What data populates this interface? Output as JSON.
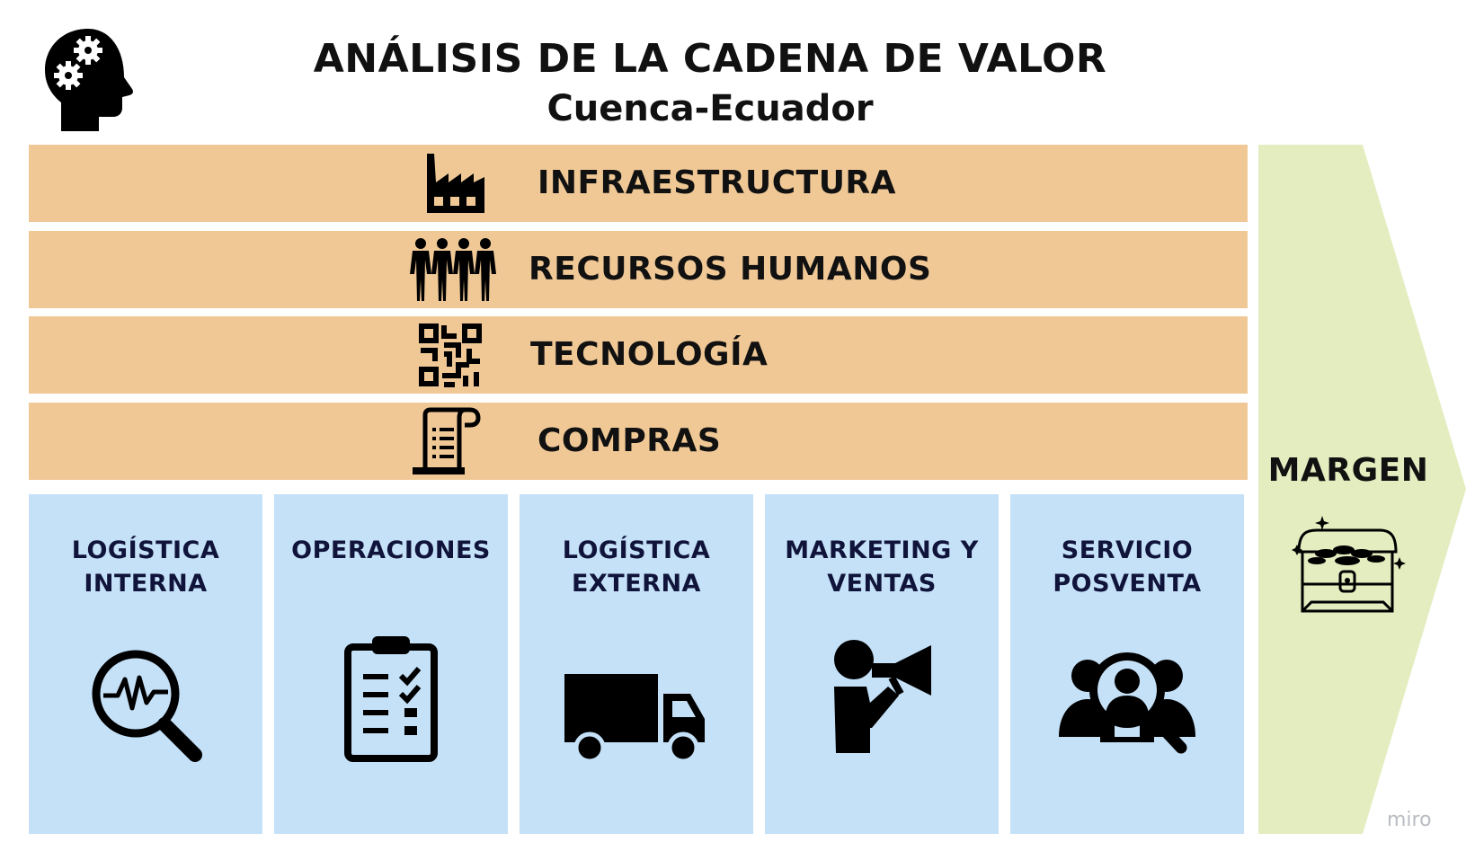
{
  "title": "ANÁLISIS DE LA CADENA DE VALOR",
  "subtitle": "Cuenca-Ecuador",
  "colors": {
    "support": "#f0c896",
    "primary": "#c5e1f8",
    "margin": "#e3edc0"
  },
  "support_activities": [
    {
      "label": "INFRAESTRUCTURA",
      "icon": "factory-icon"
    },
    {
      "label": "RECURSOS HUMANOS",
      "icon": "people-group-icon"
    },
    {
      "label": "TECNOLOGÍA",
      "icon": "qr-code-icon"
    },
    {
      "label": "COMPRAS",
      "icon": "receipt-scroll-icon"
    }
  ],
  "primary_activities": [
    {
      "line1": "LOGÍSTICA",
      "line2": "INTERNA",
      "icon": "magnifier-pulse-icon"
    },
    {
      "line1": "OPERACIONES",
      "line2": "",
      "icon": "clipboard-checklist-icon"
    },
    {
      "line1": "LOGÍSTICA",
      "line2": "EXTERNA",
      "icon": "truck-icon"
    },
    {
      "line1": "MARKETING Y",
      "line2": "VENTAS",
      "icon": "megaphone-person-icon"
    },
    {
      "line1": "SERVICIO",
      "line2": "POSVENTA",
      "icon": "customer-search-icon"
    }
  ],
  "margin": {
    "label": "MARGEN",
    "icon": "treasure-chest-icon"
  },
  "watermark": "miro"
}
